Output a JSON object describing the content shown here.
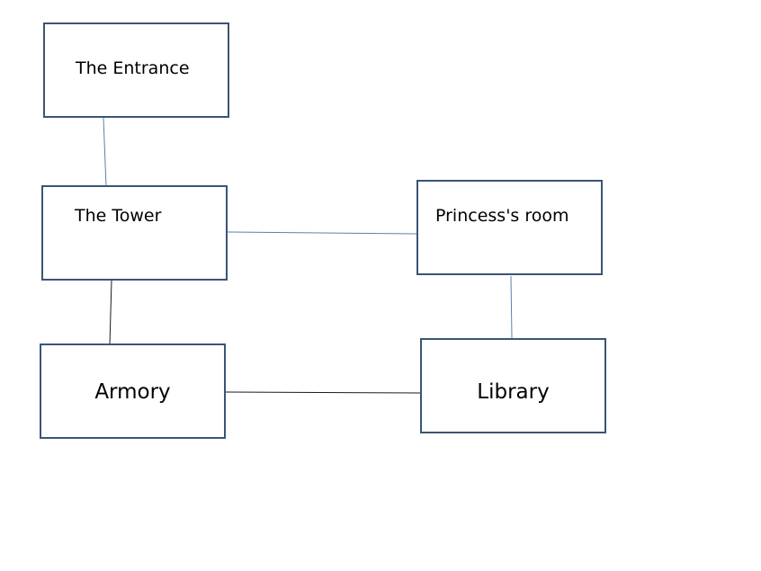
{
  "nodes": [
    {
      "id": "entrance",
      "label": "The Entrance"
    },
    {
      "id": "tower",
      "label": "The Tower"
    },
    {
      "id": "princess",
      "label": "Princess's room"
    },
    {
      "id": "armory",
      "label": "Armory"
    },
    {
      "id": "library",
      "label": "Library"
    }
  ],
  "edges": [
    {
      "from": "entrance",
      "to": "tower",
      "color": "#5a80b0"
    },
    {
      "from": "tower",
      "to": "princess",
      "color": "#5a80b0"
    },
    {
      "from": "tower",
      "to": "armory",
      "color": "#1a1a1a"
    },
    {
      "from": "princess",
      "to": "library",
      "color": "#5a80b0"
    },
    {
      "from": "armory",
      "to": "library",
      "color": "#1a1a1a"
    }
  ],
  "colors": {
    "box_border": "#3b5573",
    "background": "#ffffff"
  }
}
